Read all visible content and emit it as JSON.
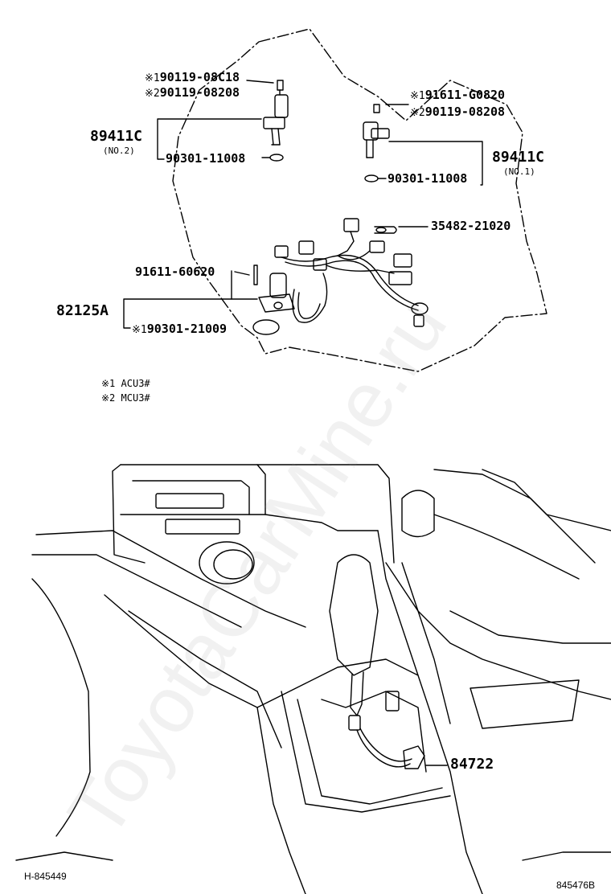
{
  "labels": {
    "p1_mark": "※1",
    "p1": "90119-08C18",
    "p2_mark": "※2",
    "p2": "90119-08208",
    "p3": "89411C",
    "p3_sub": "(NO.2)",
    "p4": "90301-11008",
    "p5_mark": "※1",
    "p5": "91611-G0820",
    "p6_mark": "※2",
    "p6": "90119-08208",
    "p7": "89411C",
    "p7_sub": "(NO.1)",
    "p8": "90301-11008",
    "p9": "35482-21020",
    "p10": "91611-60620",
    "p11": "82125A",
    "p12_mark": "※1",
    "p12": "90301-21009",
    "p13": "84722"
  },
  "notes": [
    {
      "mark": "※1",
      "text": "ACU3#"
    },
    {
      "mark": "※2",
      "text": "MCU3#"
    }
  ],
  "footer": {
    "left": "H-845449",
    "right": "845476B"
  },
  "watermark": "ToyotaCarMine.ru",
  "colors": {
    "line": "#000000",
    "watermark": "#969696"
  }
}
